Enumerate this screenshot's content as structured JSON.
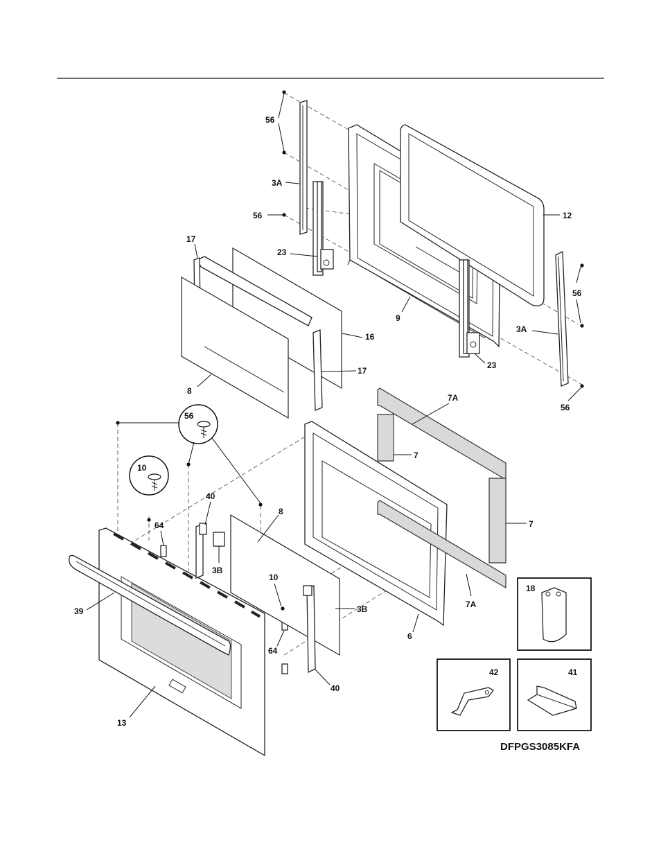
{
  "diagram": {
    "model_number": "DFPGS3085KFA",
    "callouts": [
      {
        "id": "c56a",
        "text": "56"
      },
      {
        "id": "c3Aa",
        "text": "3A"
      },
      {
        "id": "c56b",
        "text": "56"
      },
      {
        "id": "c12",
        "text": "12"
      },
      {
        "id": "c17a",
        "text": "17"
      },
      {
        "id": "c23a",
        "text": "23"
      },
      {
        "id": "c9",
        "text": "9"
      },
      {
        "id": "c56c",
        "text": "56"
      },
      {
        "id": "c3Ab",
        "text": "3A"
      },
      {
        "id": "c16",
        "text": "16"
      },
      {
        "id": "c17b",
        "text": "17"
      },
      {
        "id": "c23b",
        "text": "23"
      },
      {
        "id": "c8a",
        "text": "8"
      },
      {
        "id": "c56d",
        "text": "56"
      },
      {
        "id": "c7A_top",
        "text": "7A"
      },
      {
        "id": "c56e",
        "text": "56"
      },
      {
        "id": "c10a",
        "text": "10"
      },
      {
        "id": "c7a",
        "text": "7"
      },
      {
        "id": "c40a",
        "text": "40"
      },
      {
        "id": "c8b",
        "text": "8"
      },
      {
        "id": "c64a",
        "text": "64"
      },
      {
        "id": "c7b",
        "text": "7"
      },
      {
        "id": "c3Ba",
        "text": "3B"
      },
      {
        "id": "c10b",
        "text": "10"
      },
      {
        "id": "c18",
        "text": "18"
      },
      {
        "id": "c39",
        "text": "39"
      },
      {
        "id": "c3Bb",
        "text": "3B"
      },
      {
        "id": "c7A_bot",
        "text": "7A"
      },
      {
        "id": "c6",
        "text": "6"
      },
      {
        "id": "c64b",
        "text": "64"
      },
      {
        "id": "c42",
        "text": "42"
      },
      {
        "id": "c41",
        "text": "41"
      },
      {
        "id": "c40b",
        "text": "40"
      },
      {
        "id": "c13",
        "text": "13"
      }
    ]
  }
}
